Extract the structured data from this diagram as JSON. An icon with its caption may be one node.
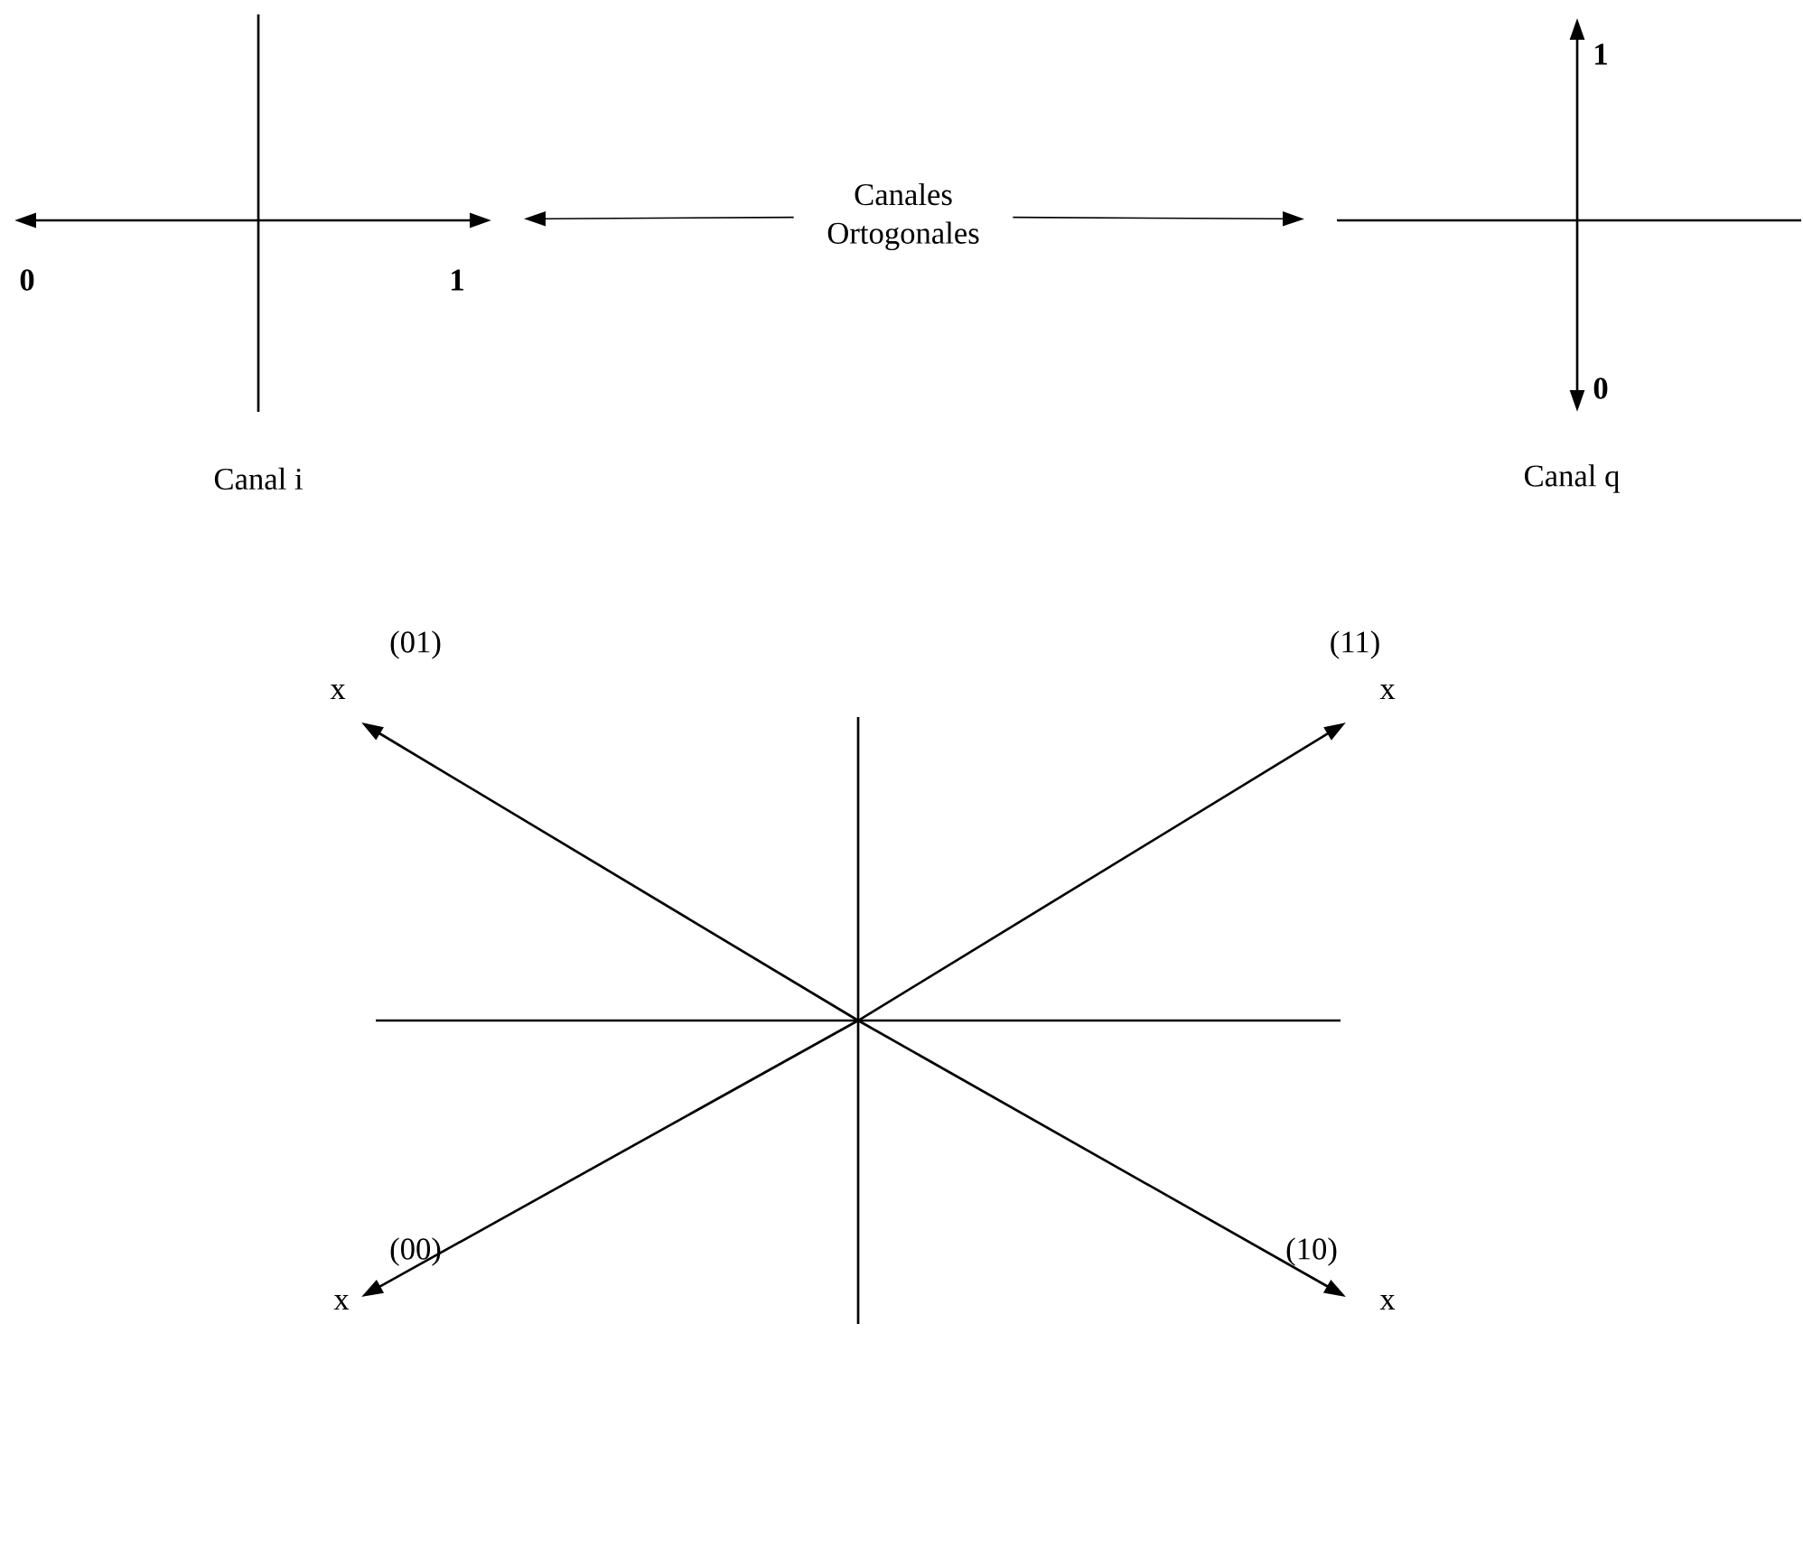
{
  "diagram": {
    "nodes": [
      {
        "text": [
          "Canales Ortogonales"
        ]
      },
      {
        "text": [],
        "shape": "picture"
      },
      {
        "text": [],
        "shape": "picture"
      }
    ],
    "edges": [
      {
        "from": 0,
        "to": 1,
        "arrow": "to"
      },
      {
        "from": 0,
        "to": 2,
        "arrow": "to"
      }
    ],
    "labels": [
      "0",
      "1",
      "Canal i",
      "1",
      "0",
      "Canal q",
      "(01)",
      "x",
      "(11)",
      "x",
      "(00)",
      "x",
      "(10)",
      "x"
    ]
  }
}
